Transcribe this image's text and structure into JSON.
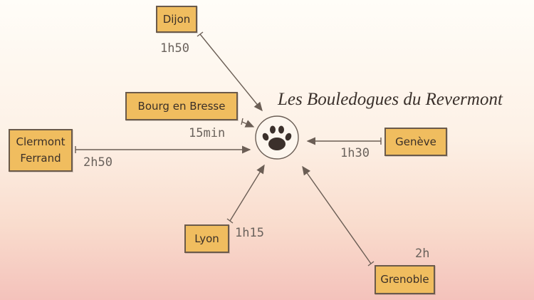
{
  "title": "Les Bouledogues du Revermont",
  "center_icon": "paw-icon",
  "colors": {
    "box": "#f0bd5f",
    "line": "#6b5e55"
  },
  "cities": [
    {
      "name": "Dijon",
      "time": "1h50"
    },
    {
      "name": "Bourg en Bresse",
      "time": "15min"
    },
    {
      "name": "Clermont Ferrand",
      "time": "2h50"
    },
    {
      "name": "Genève",
      "time": "1h30"
    },
    {
      "name": "Lyon",
      "time": "1h15"
    },
    {
      "name": "Grenoble",
      "time": "2h"
    }
  ]
}
